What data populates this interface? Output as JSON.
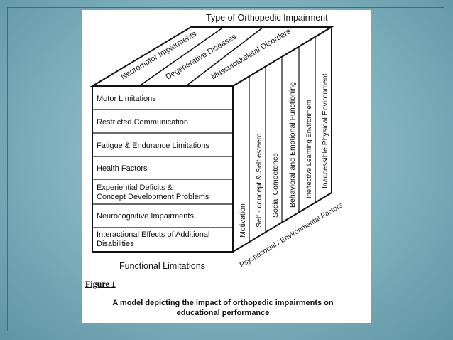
{
  "diagram": {
    "top_title": "Type of Orthopedic Impairment",
    "impairment_types": [
      "Neuromotor Impairments",
      "Degenerative Diseases",
      "Musculoskeletal Disorders"
    ],
    "functional_limitations": [
      [
        "Motor Limitations"
      ],
      [
        "Restricted Communication"
      ],
      [
        "Fatigue & Endurance Limitations"
      ],
      [
        "Health Factors"
      ],
      [
        "Experiential Deficits &",
        "Concept Development Problems"
      ],
      [
        "Neurocognitive Impairments"
      ],
      [
        "Interactional Effects of Additional",
        "Disabilities"
      ]
    ],
    "front_label": "Functional Limitations",
    "psychosocial_factors": [
      "Motivation",
      "Self - concept & Self esteem",
      "Social Competence",
      "Behavioral and Emotional Functioning",
      "Ineffective Learning Environment",
      "Inaccessible Physical Environment"
    ],
    "side_label": "Psychosocial / Environmental Factors"
  },
  "figure": {
    "label": "Figure 1",
    "caption_line1": "A model depicting the impact of orthopedic impairments on",
    "caption_line2": "educational performance"
  }
}
